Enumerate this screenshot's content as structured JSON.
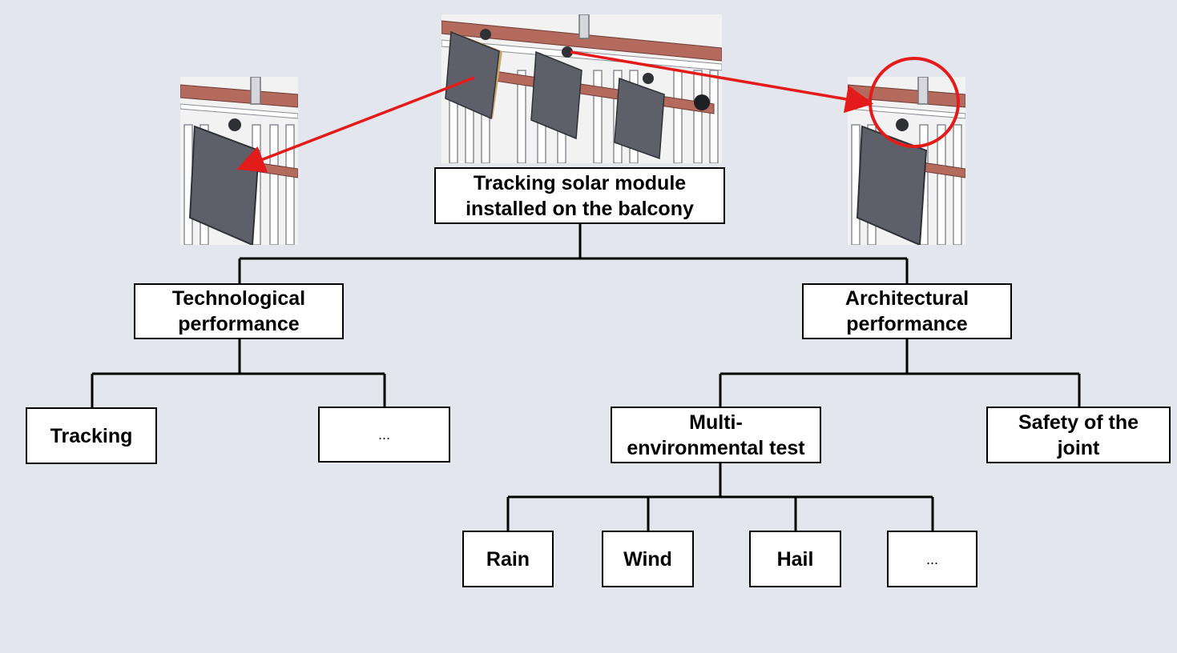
{
  "colors": {
    "background": "#e4e6ee",
    "box_fill": "#ffffff",
    "box_border": "#000000",
    "arrow": "#e41b1b",
    "panel_fill": "#5d6068",
    "rail": "#b56a5e",
    "post": "#d5d7dc"
  },
  "root": {
    "line1": "Tracking solar module",
    "line2": "installed on the balcony"
  },
  "technological": {
    "line1": "Technological",
    "line2": "performance",
    "children": {
      "tracking": "Tracking",
      "more": "..."
    }
  },
  "architectural": {
    "line1": "Architectural",
    "line2": "performance",
    "children": {
      "multi_line1": "Multi-",
      "multi_line2": "environmental test",
      "safety_line1": "Safety of the",
      "safety_line2": "joint"
    }
  },
  "multi_environmental_children": {
    "rain": "Rain",
    "wind": "Wind",
    "hail": "Hail",
    "more": "..."
  },
  "illustrations": {
    "center": "balcony-with-three-tracking-panels",
    "left": "single-panel-detail",
    "right": "joint-detail-highlighted"
  }
}
